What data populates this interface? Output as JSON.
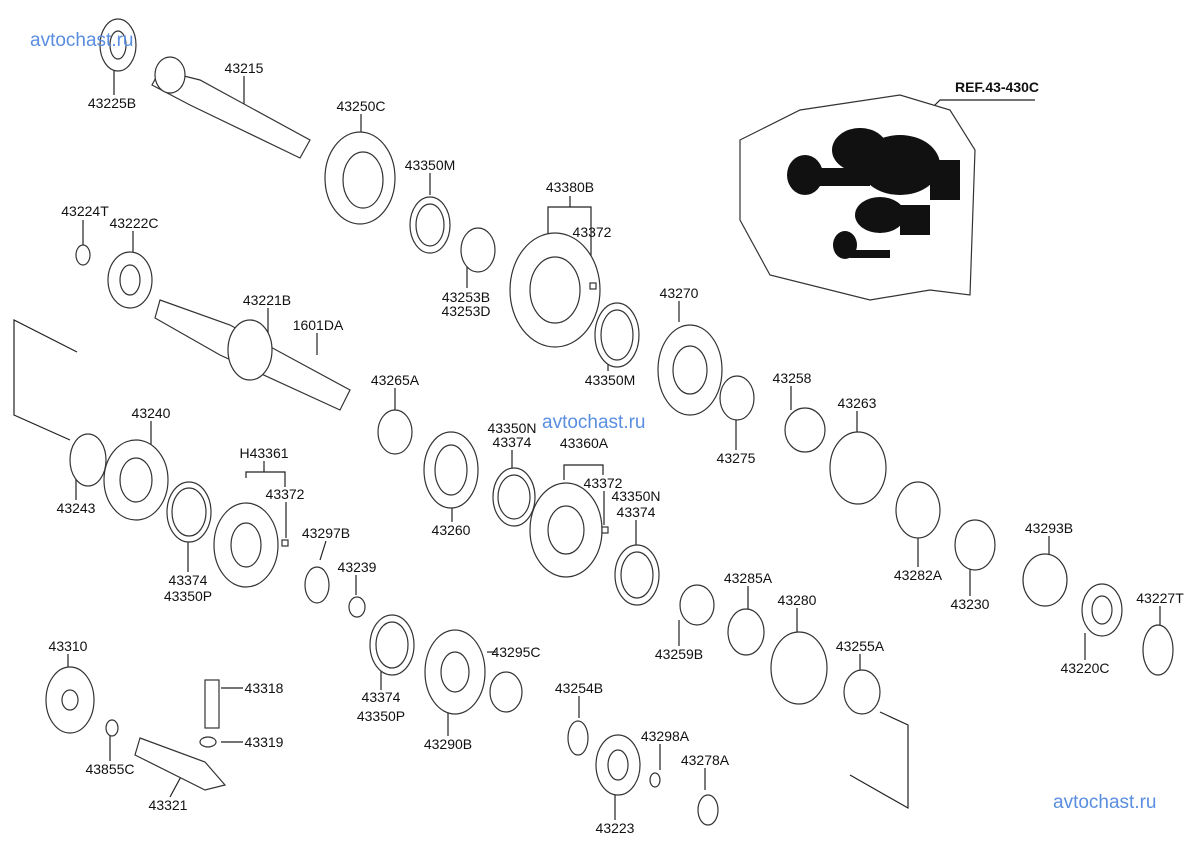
{
  "watermarks": [
    "avtochast.ru",
    "avtochast.ru",
    "avtochast.ru"
  ],
  "reference": "REF.43-430C",
  "labels": {
    "l43215": "43215",
    "l43225B": "43225B",
    "l43250C": "43250C",
    "l43350M_a": "43350M",
    "l43380B": "43380B",
    "l43224T": "43224T",
    "l43222C": "43222C",
    "l43372_a": "43372",
    "l43253B": "43253B",
    "l43253D": "43253D",
    "l43221B": "43221B",
    "l1601DA": "1601DA",
    "l43270": "43270",
    "l43265A": "43265A",
    "l43350M_b": "43350M",
    "l43258": "43258",
    "l43263": "43263",
    "l43240": "43240",
    "lH43361": "H43361",
    "l43350N_a": "43350N",
    "l43374_a": "43374",
    "l43360A": "43360A",
    "l43275": "43275",
    "l43372_b": "43372",
    "l43372_c": "43372",
    "l43350N_b": "43350N",
    "l43374_b": "43374",
    "l43243": "43243",
    "l43260": "43260",
    "l43297B": "43297B",
    "l43282A": "43282A",
    "l43293B": "43293B",
    "l43230": "43230",
    "l43374_c": "43374",
    "l43350P_a": "43350P",
    "l43239": "43239",
    "l43227T": "43227T",
    "l43285A": "43285A",
    "l43280": "43280",
    "l43310": "43310",
    "l43295C": "43295C",
    "l43259B": "43259B",
    "l43255A": "43255A",
    "l43220C": "43220C",
    "l43318": "43318",
    "l43254B": "43254B",
    "l43374_d": "43374",
    "l43350P_b": "43350P",
    "l43319": "43319",
    "l43298A": "43298A",
    "l43290B": "43290B",
    "l43855C": "43855C",
    "l43278A": "43278A",
    "l43321": "43321",
    "l43223": "43223"
  }
}
